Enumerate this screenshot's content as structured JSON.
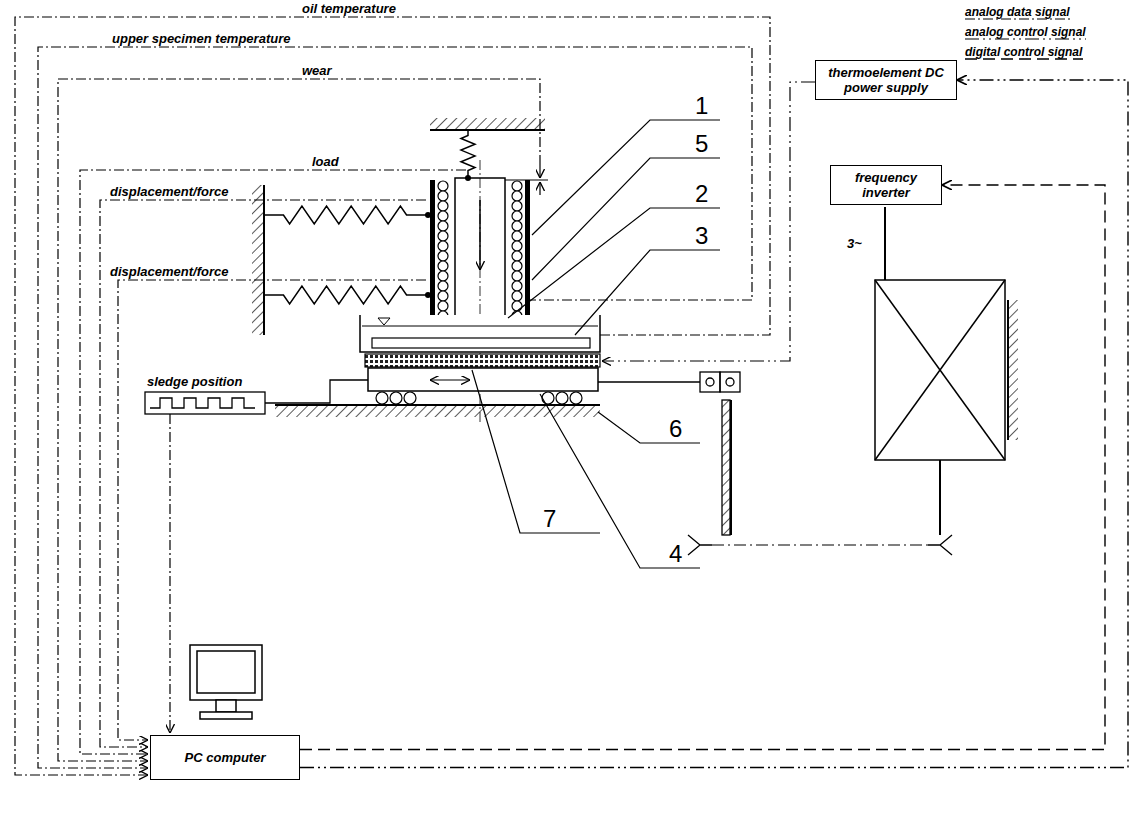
{
  "diagram": {
    "nodes": [
      {
        "text": [
          "thermoelement DC power supply"
        ]
      },
      {
        "text": [
          "frequency inverter"
        ]
      },
      {
        "text": [
          "PC computer"
        ]
      }
    ],
    "edges": [
      {
        "from": 2,
        "to": 0,
        "arrow": "to"
      },
      {
        "from": 2,
        "to": 1,
        "arrow": "to"
      }
    ],
    "labels": [
      "oil temperature",
      "upper specimen temperature",
      "wear",
      "load",
      "displacement/force",
      "displacement/force",
      "sledge position",
      "1",
      "5",
      "2",
      "3",
      "6",
      "7",
      "4",
      "3~"
    ],
    "legend": [
      {
        "text": "analog data signal"
      },
      {
        "text": "analog control signal"
      },
      {
        "text": "digital control signal"
      }
    ]
  }
}
